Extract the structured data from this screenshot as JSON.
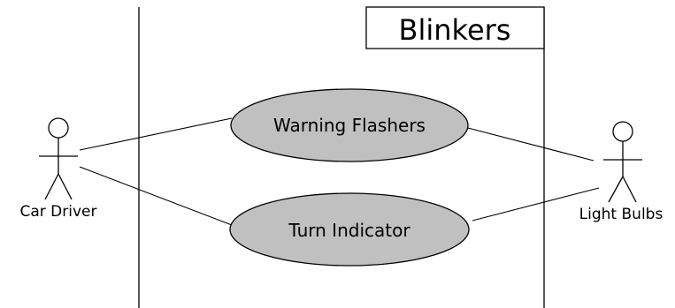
{
  "diagram": {
    "type": "uml-use-case",
    "system": {
      "title": "Blinkers"
    },
    "actors": [
      {
        "id": "car-driver",
        "label": "Car Driver"
      },
      {
        "id": "light-bulbs",
        "label": "Light Bulbs"
      }
    ],
    "use_cases": [
      {
        "id": "warning-flashers",
        "label": "Warning Flashers",
        "fill": "#c0c0c0"
      },
      {
        "id": "turn-indicator",
        "label": "Turn Indicator",
        "fill": "#c0c0c0"
      }
    ],
    "associations": [
      {
        "from": "car-driver",
        "to": "warning-flashers"
      },
      {
        "from": "car-driver",
        "to": "turn-indicator"
      },
      {
        "from": "warning-flashers",
        "to": "light-bulbs"
      },
      {
        "from": "turn-indicator",
        "to": "light-bulbs"
      }
    ]
  }
}
